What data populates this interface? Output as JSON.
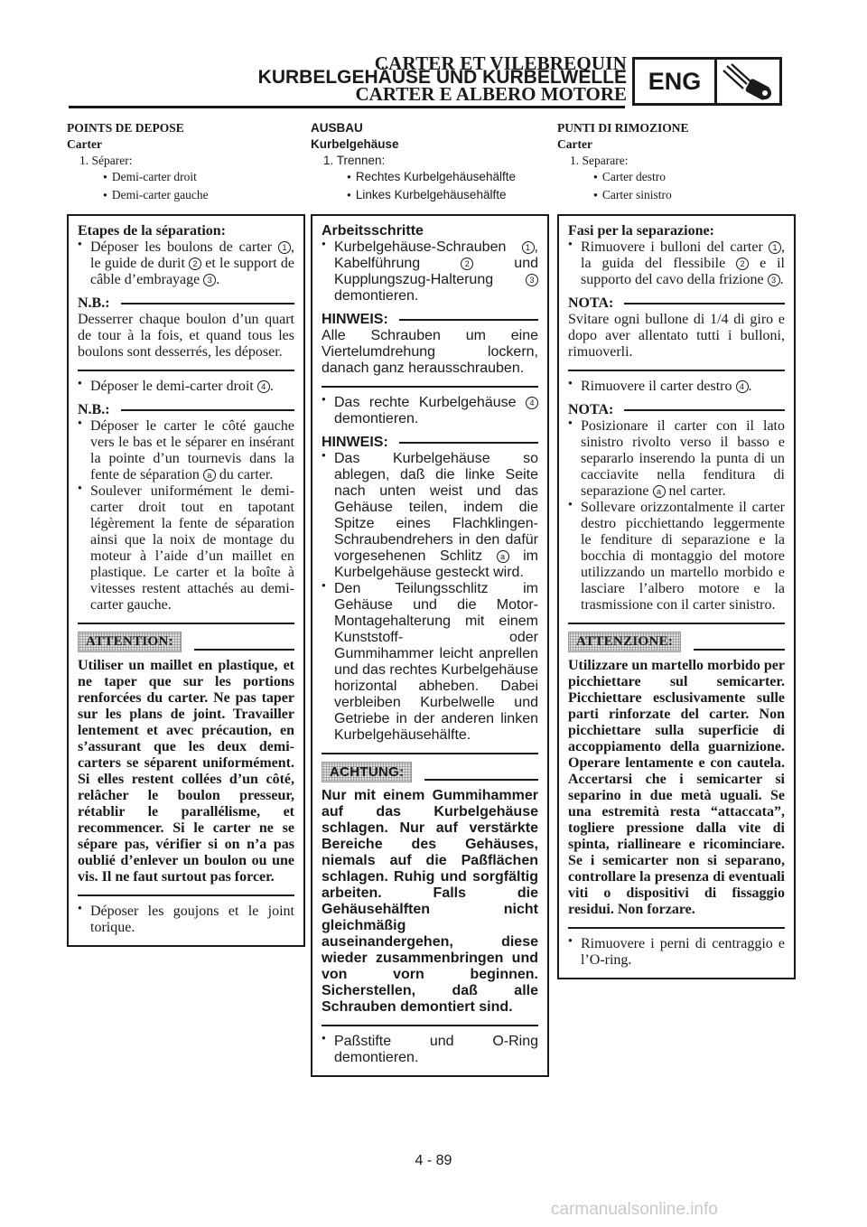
{
  "header": {
    "title_fr": "CARTER ET VILEBREQUIN",
    "title_de": "KURBELGEHÄUSE UND KURBELWELLE",
    "title_it": "CARTER E ALBERO MOTORE",
    "badge": "ENG",
    "icon": "engine-crankshaft-icon"
  },
  "fr": {
    "heading": "POINTS DE DEPOSE",
    "sub": "Carter",
    "step1": "1. Séparer:",
    "part1": "Demi-carter droit",
    "part2": "Demi-carter gauche",
    "box_lead": "Etapes de la séparation:",
    "b1_pre": "Déposer les boulons de carter ",
    "b1_n1": "1",
    "b1_mid1": ", le guide de durit ",
    "b1_n2": "2",
    "b1_mid2": " et le support de câble d’embrayage ",
    "b1_n3": "3",
    "b1_end": ".",
    "note1_label": "N.B.:",
    "note1_text": "Desserrer chaque boulon d’un quart de tour à la fois, et quand tous les boulons sont desserrés, les déposer.",
    "b2_pre": "Déposer le demi-carter droit ",
    "b2_n": "4",
    "b2_end": ".",
    "note2_label": "N.B.:",
    "n2a_pre": "Déposer le carter le côté gauche vers le bas et le séparer en insérant la pointe d’un tournevis dans la fente de séparation ",
    "n2a_n": "a",
    "n2a_end": " du carter.",
    "n2b": "Soulever uniformément le demi-carter droit tout en tapotant légèrement la fente de séparation ainsi que la noix de montage du moteur à l’aide d’un maillet en plastique. Le carter et la boîte à vitesses restent attachés au demi-carter gauche.",
    "warn_label": "ATTENTION:",
    "warn_text": "Utiliser un maillet en plastique, et ne taper que sur les portions renforcées du carter. Ne pas taper sur les plans de joint. Travailler lentement et avec précaution, en s’assurant que les deux demi-carters se séparent uniformément. Si elles restent collées d’un côté, relâcher le boulon presseur, rétablir le parallélisme, et recommencer. Si le carter ne se sépare pas, vérifier si on n’a pas oublié d’enlever un boulon ou une vis. Il ne faut surtout pas forcer.",
    "b3": "Déposer les goujons et le joint torique."
  },
  "de": {
    "heading": "AUSBAU",
    "sub": "Kurbelgehäuse",
    "step1": "1. Trennen:",
    "part1": "Rechtes Kurbelgehäusehälfte",
    "part2": "Linkes Kurbelgehäusehälfte",
    "box_lead": "Arbeitsschritte",
    "b1_pre": "Kurbelgehäuse-Schrauben ",
    "b1_n1": "1",
    "b1_mid1": ", Kabelführung ",
    "b1_n2": "2",
    "b1_mid2": " und Kupplungszug-Halterung ",
    "b1_n3": "3",
    "b1_end": " demontieren.",
    "note1_label": "HINWEIS:",
    "note1_text": "Alle Schrauben um eine Viertelumdrehung lockern, danach ganz herausschrauben.",
    "b2_pre": "Das rechte Kurbelgehäuse ",
    "b2_n": "4",
    "b2_end": " demontieren.",
    "note2_label": "HINWEIS:",
    "n2a_pre": "Das Kurbelgehäuse so ablegen, daß die linke Seite nach unten weist und das Gehäuse teilen, indem die Spitze eines Flachklingen-Schraubendrehers in den dafür vorgesehenen Schlitz ",
    "n2a_n": "a",
    "n2a_end": " im Kurbelgehäuse gesteckt wird.",
    "n2b": "Den Teilungsschlitz im Gehäuse und die Motor-Montagehalterung mit einem Kunststoff- oder Gummihammer leicht anprellen und das rechtes Kurbelgehäuse horizontal abheben. Dabei verbleiben Kurbelwelle und Getriebe in der anderen linken Kurbelgehäusehälfte.",
    "warn_label": "ACHTUNG:",
    "warn_text": "Nur mit einem Gummihammer auf das Kurbelgehäuse schlagen. Nur auf verstärkte Bereiche des Gehäuses, niemals auf die Paßflächen schlagen. Ruhig und sorgfältig arbeiten. Falls die Gehäusehälften nicht gleichmäßig auseinandergehen, diese wieder zusammenbringen und von vorn beginnen. Sicherstellen, daß alle Schrauben demontiert sind.",
    "b3": "Paßstifte und O-Ring demontieren."
  },
  "it": {
    "heading": "PUNTI DI RIMOZIONE",
    "sub": "Carter",
    "step1": "1. Separare:",
    "part1": "Carter destro",
    "part2": "Carter sinistro",
    "box_lead": "Fasi per la separazione:",
    "b1_pre": "Rimuovere i bulloni del carter ",
    "b1_n1": "1",
    "b1_mid1": ", la guida del flessibile ",
    "b1_n2": "2",
    "b1_mid2": " e il supporto del cavo della frizione ",
    "b1_n3": "3",
    "b1_end": ".",
    "note1_label": "NOTA:",
    "note1_text": "Svitare ogni bullone di 1/4 di giro e dopo aver allentato tutti i bulloni, rimuoverli.",
    "b2_pre": "Rimuovere il carter destro ",
    "b2_n": "4",
    "b2_end": ".",
    "note2_label": "NOTA:",
    "n2a_pre": "Posizionare il carter con il lato sinistro rivolto verso il basso e separarlo inserendo la punta di un cacciavite nella fenditura di separazione ",
    "n2a_n": "a",
    "n2a_end": " nel carter.",
    "n2b": "Sollevare orizzontalmente il carter destro picchiettando leggermente le fenditure di separazione e la bocchia di montaggio del motore utilizzando un martello morbido e lasciare l’albero motore e la trasmissione con il carter sinistro.",
    "warn_label": "ATTENZIONE:",
    "warn_text": "Utilizzare un martello morbido per picchiettare sul semicarter. Picchiettare esclusivamente sulle parti rinforzate del carter. Non picchiettare sulla superficie di accoppiamento della guarnizione. Operare lentamente e con cautela. Accertarsi che i semicarter si separino in due metà uguali. Se una estremità resta “attaccata”, togliere pressione dalla vite di spinta, riallineare e ricominciare. Se i semicarter non si separano, controllare la presenza di eventuali viti o dispositivi di fissaggio residui. Non forzare.",
    "b3": "Rimuovere i perni di centraggio e l’O-ring."
  },
  "footer": {
    "page_number": "4 - 89",
    "watermark": "carmanualsonline.info"
  }
}
